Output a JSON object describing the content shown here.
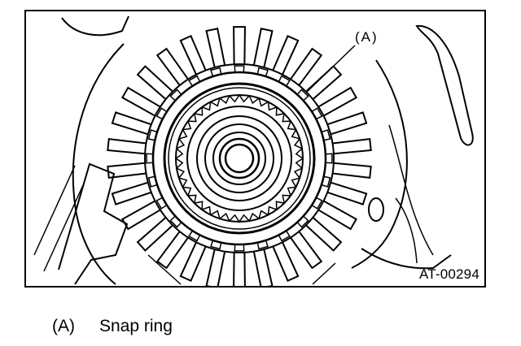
{
  "figure": {
    "code": "AT-00294",
    "callout": "(A)"
  },
  "legend": {
    "items": [
      {
        "key": "(A)",
        "label": "Snap ring"
      }
    ]
  }
}
